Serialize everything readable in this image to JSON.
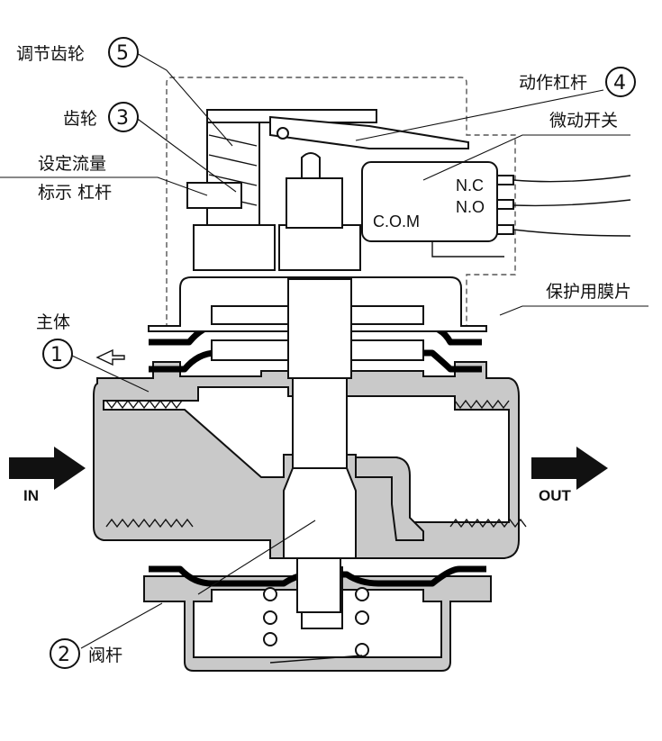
{
  "labels": {
    "adjust_gear": "调节齿轮",
    "gear": "齿轮",
    "flow_indicator_line1": "设定流量",
    "flow_indicator_line2": "标示 杠杆",
    "action_lever": "动作杠杆",
    "micro_switch": "微动开关",
    "protective_membrane": "保护用膜片",
    "main_body": "主体",
    "valve_stem": "阀杆"
  },
  "numbers": {
    "main_body": "1",
    "valve_stem": "2",
    "gear": "3",
    "action_lever": "4",
    "adjust_gear": "5"
  },
  "switch_pins": {
    "nc": "N.C",
    "no": "N.O",
    "com": "C.O.M"
  },
  "flow": {
    "in": "IN",
    "out": "OUT"
  }
}
